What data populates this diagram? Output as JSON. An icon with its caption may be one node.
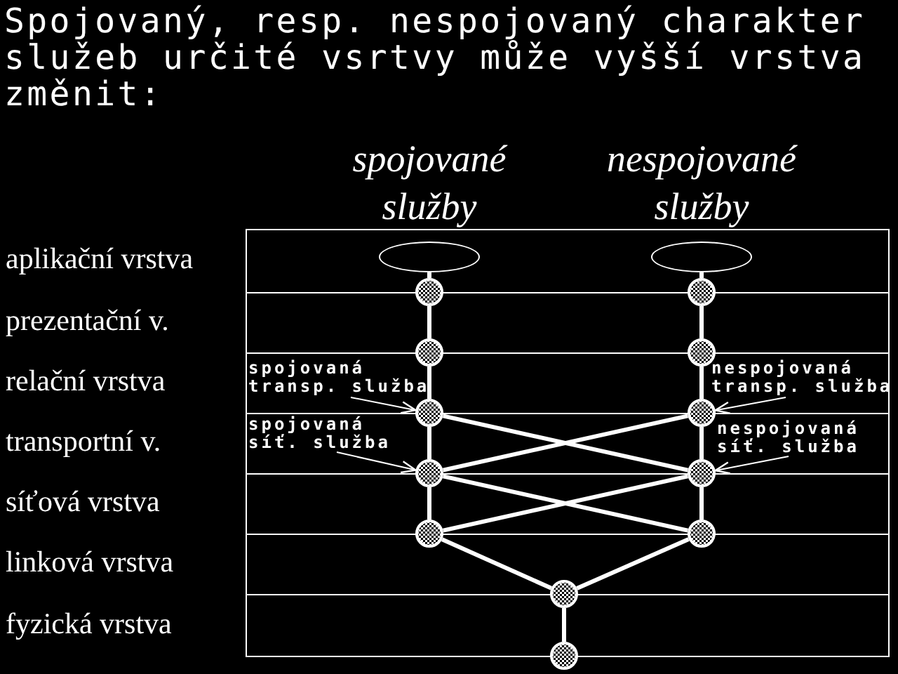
{
  "diagram": {
    "title": "Spojovaný, resp. nespojovaný charakter služeb určité vsrtvy může vyšší vrstva změnit:",
    "nodes": [
      {
        "text": [],
        "shape": "ellipse"
      },
      {
        "text": [],
        "shape": "ellipse"
      },
      {
        "text": [],
        "shape": "circle"
      },
      {
        "text": [],
        "shape": "circle"
      },
      {
        "text": [],
        "shape": "circle"
      },
      {
        "text": [],
        "shape": "circle"
      },
      {
        "text": [],
        "shape": "circle"
      },
      {
        "text": [],
        "shape": "circle"
      },
      {
        "text": [],
        "shape": "circle"
      },
      {
        "text": [],
        "shape": "circle"
      },
      {
        "text": [],
        "shape": "circle"
      },
      {
        "text": [],
        "shape": "circle"
      },
      {
        "text": [],
        "shape": "circle"
      },
      {
        "text": [],
        "shape": "circle"
      },
      {
        "text": [
          "spojovaná transp. služba"
        ]
      },
      {
        "text": [
          "spojovaná síť. služba"
        ]
      },
      {
        "text": [
          "nespojovaná transp. služba"
        ]
      },
      {
        "text": [
          "nespojovaná síť. služba"
        ]
      }
    ],
    "edges": [
      {
        "from": 0,
        "to": 2,
        "arrow": "none"
      },
      {
        "from": 2,
        "to": 3,
        "arrow": "none"
      },
      {
        "from": 3,
        "to": 4,
        "arrow": "none"
      },
      {
        "from": 1,
        "to": 7,
        "arrow": "none"
      },
      {
        "from": 7,
        "to": 8,
        "arrow": "none"
      },
      {
        "from": 8,
        "to": 9,
        "arrow": "none"
      },
      {
        "from": 4,
        "to": 5,
        "arrow": "none"
      },
      {
        "from": 4,
        "to": 10,
        "arrow": "none"
      },
      {
        "from": 9,
        "to": 5,
        "arrow": "none"
      },
      {
        "from": 9,
        "to": 10,
        "arrow": "none"
      },
      {
        "from": 5,
        "to": 6,
        "arrow": "none"
      },
      {
        "from": 5,
        "to": 11,
        "arrow": "none"
      },
      {
        "from": 10,
        "to": 6,
        "arrow": "none"
      },
      {
        "from": 10,
        "to": 11,
        "arrow": "none"
      },
      {
        "from": 6,
        "to": 12,
        "arrow": "none"
      },
      {
        "from": 11,
        "to": 12,
        "arrow": "none"
      },
      {
        "from": 12,
        "to": 13,
        "arrow": "none"
      },
      {
        "from": 14,
        "to": 4,
        "arrow": "to"
      },
      {
        "from": 15,
        "to": 5,
        "arrow": "to"
      },
      {
        "from": 16,
        "to": 9,
        "arrow": "to"
      },
      {
        "from": 17,
        "to": 10,
        "arrow": "to"
      }
    ],
    "labels": [
      "spojované služby",
      "nespojované služby",
      "aplikační vrstva",
      "prezentační v.",
      "relační vrstva",
      "transportní v.",
      "síťová vrstva",
      "linková vrstva",
      "fyzická vrstva"
    ]
  }
}
